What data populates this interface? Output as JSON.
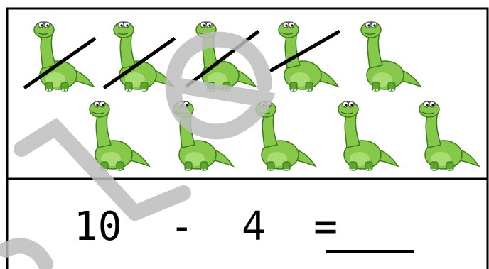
{
  "worksheet": {
    "problem": {
      "left_operand": "10",
      "operator": "-",
      "right_operand": "4",
      "equals": "="
    },
    "picture": {
      "total_dinosaurs": 10,
      "crossed_out": 4,
      "icon": "green-dinosaur-icon"
    }
  },
  "colors": {
    "dino_body": "#86c94a",
    "dino_shade": "#5ea72f",
    "border": "#000000",
    "watermark": "#bdbdbd"
  }
}
